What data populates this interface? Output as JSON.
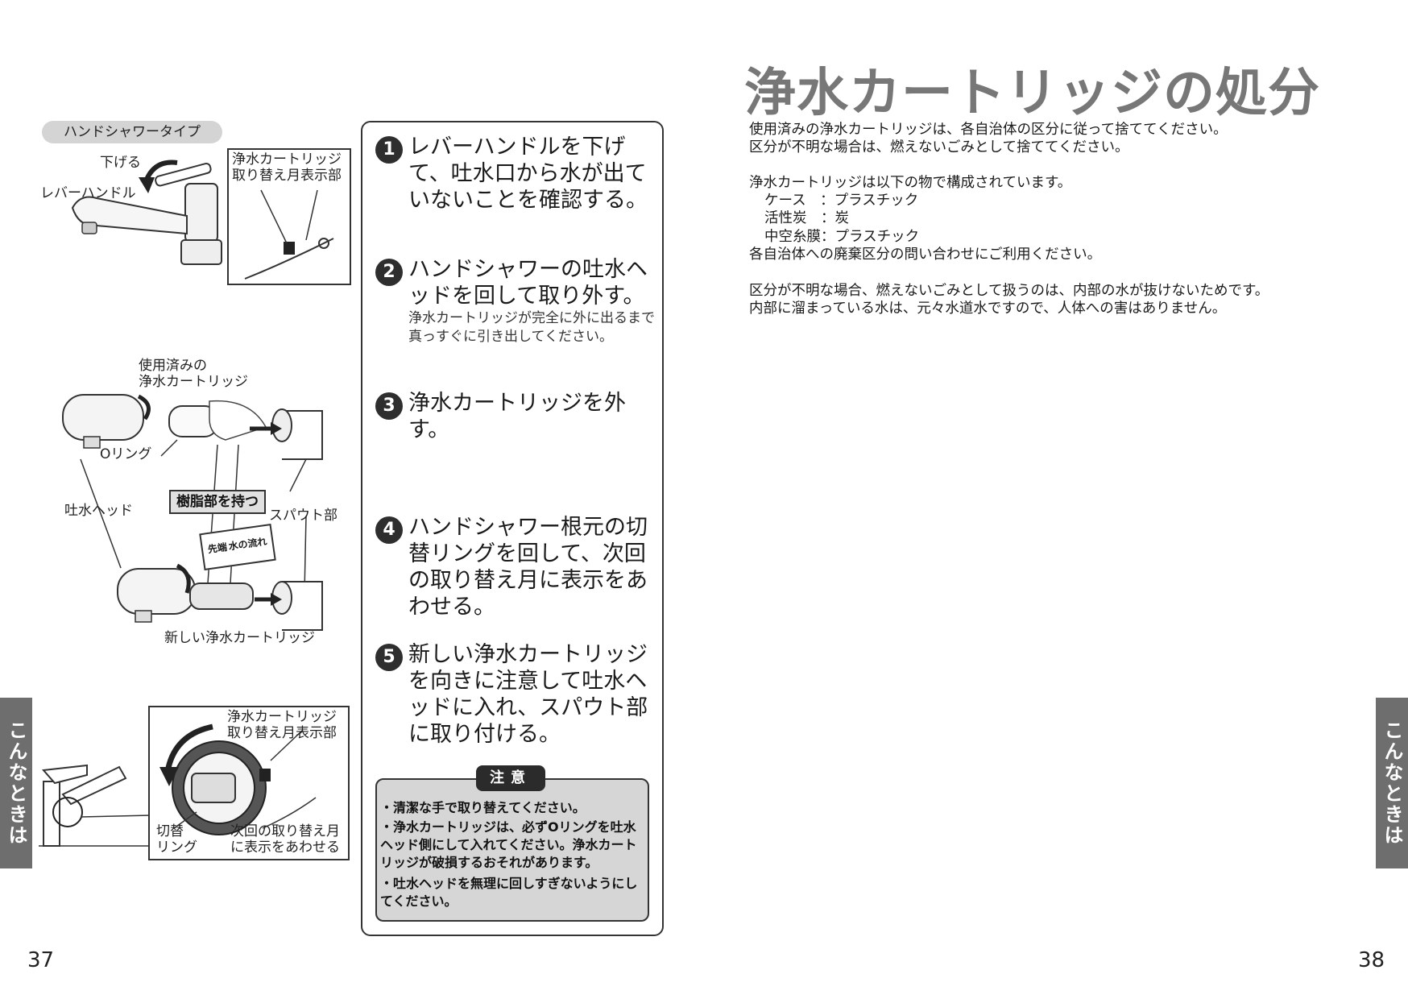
{
  "left_page": {
    "type_label": "ハンドシャワータイプ",
    "fig1": {
      "label_lower": "下げる",
      "label_lever": "レバーハンドル",
      "label_month_display_1": "浄水カートリッジ",
      "label_month_display_2": "取り替え月表示部"
    },
    "fig2": {
      "label_used_1": "使用済みの",
      "label_used_2": "浄水カートリッジ",
      "label_oring": "Oリング",
      "label_head": "吐水ヘッド",
      "label_hold": "樹脂部を持つ",
      "label_spout": "スパウト部",
      "label_flow_1": "先端",
      "label_flow_2": "水の流れ",
      "label_new": "新しい浄水カートリッジ"
    },
    "fig3": {
      "label_display_1": "浄水カートリッジ",
      "label_display_2": "取り替え月表示部",
      "label_ring_1": "切替",
      "label_ring_2": "リング",
      "label_next_1": "次回の取り替え月",
      "label_next_2": "に表示をあわせる"
    },
    "side_tab": "こんなときは",
    "page_number": "37"
  },
  "steps": [
    {
      "num": "1",
      "text": "レバーハンドルを下げて、吐水口から水が出ていないことを確認する。"
    },
    {
      "num": "2",
      "text": "ハンドシャワーの吐水ヘッドを回して取り外す。",
      "sub": "浄水カートリッジが完全に外に出るまで真っすぐに引き出してください。"
    },
    {
      "num": "3",
      "text": "浄水カートリッジを外す。"
    },
    {
      "num": "4",
      "text": "ハンドシャワー根元の切替リングを回して、次回の取り替え月に表示をあわせる。"
    },
    {
      "num": "5",
      "text": "新しい浄水カートリッジを向きに注意して吐水ヘッドに入れ、スパウト部に取り付ける。"
    }
  ],
  "caution": {
    "title": "注意",
    "items": [
      "・清潔な手で取り替えてください。",
      "・浄水カートリッジは、必ずOリングを吐水ヘッド側にして入れてください。浄水カートリッジが破損するおそれがあります。",
      "・吐水ヘッドを無理に回しすぎないようにしてください。"
    ]
  },
  "right_page": {
    "title": "浄水カートリッジの処分",
    "para1_line1": "使用済みの浄水カートリッジは、各自治体の区分に従って捨ててください。",
    "para1_line2": "区分が不明な場合は、燃えないごみとして捨ててください。",
    "para2_intro": "浄水カートリッジは以下の物で構成されています。",
    "components": [
      "ケース　：プラスチック",
      "活性炭　：炭",
      "中空糸膜：プラスチック"
    ],
    "para2_outro": "各自治体への廃棄区分の問い合わせにご利用ください。",
    "para3_line1": "区分が不明な場合、燃えないごみとして扱うのは、内部の水が抜けないためです。",
    "para3_line2": "内部に溜まっている水は、元々水道水ですので、人体への害はありません。",
    "side_tab": "こんなときは",
    "page_number": "38"
  }
}
